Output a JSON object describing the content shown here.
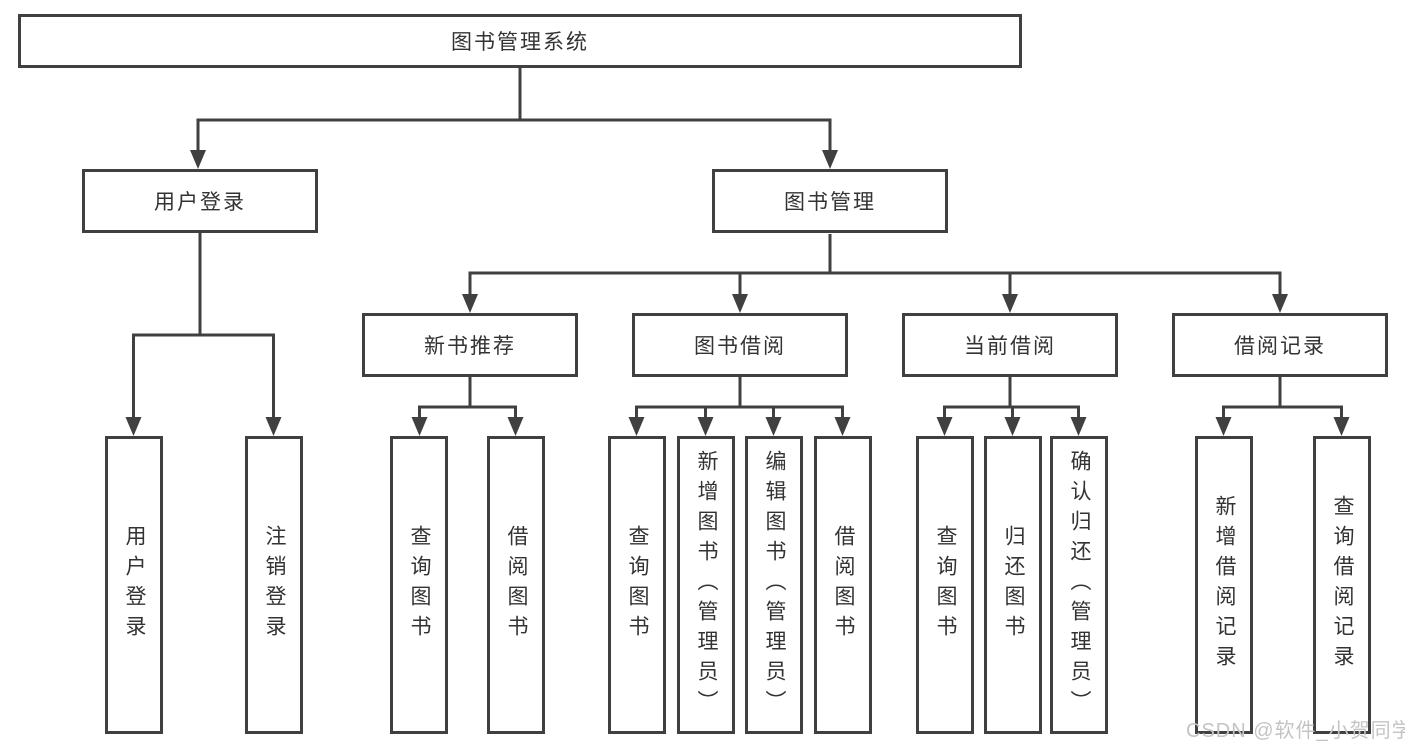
{
  "diagram": {
    "root": {
      "label": "图书管理系统"
    },
    "level1": [
      {
        "label": "用户登录",
        "children": [
          {
            "label": "用户登录"
          },
          {
            "label": "注销登录"
          }
        ]
      },
      {
        "label": "图书管理",
        "children": [
          {
            "label": "新书推荐",
            "children": [
              {
                "label": "查询图书"
              },
              {
                "label": "借阅图书"
              }
            ]
          },
          {
            "label": "图书借阅",
            "children": [
              {
                "label": "查询图书"
              },
              {
                "label": "新增图书（管理员）"
              },
              {
                "label": "编辑图书（管理员）"
              },
              {
                "label": "借阅图书"
              }
            ]
          },
          {
            "label": "当前借阅",
            "children": [
              {
                "label": "查询图书"
              },
              {
                "label": "归还图书"
              },
              {
                "label": "确认归还（管理员）"
              }
            ]
          },
          {
            "label": "借阅记录",
            "children": [
              {
                "label": "新增借阅记录"
              },
              {
                "label": "查询借阅记录"
              }
            ]
          }
        ]
      }
    ]
  },
  "watermark": {
    "text": "CSDN @软件_小贺同学"
  },
  "colors": {
    "line": "#404040",
    "text": "#333333",
    "watermark": "#c4c4c4",
    "background": "#ffffff"
  }
}
